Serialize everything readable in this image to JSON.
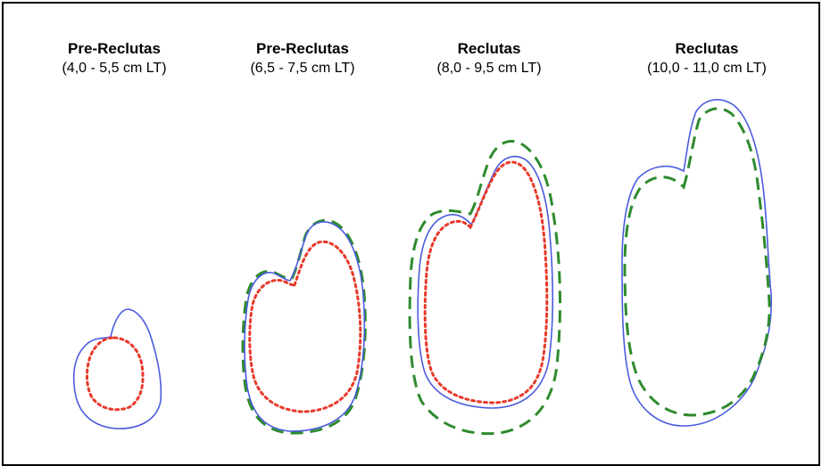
{
  "panels": [
    {
      "title": "Pre-Reclutas",
      "range": "(4,0 - 5,5 cm LT)"
    },
    {
      "title": "Pre-Reclutas",
      "range": "(6,5 - 7,5 cm LT)"
    },
    {
      "title": "Reclutas",
      "range": "(8,0 - 9,5 cm LT)"
    },
    {
      "title": "Reclutas",
      "range": "(10,0 - 11,0 cm LT)"
    }
  ],
  "colors": {
    "solid_outline": "#4a5bdc",
    "dashed_outline": "#2e8b2e",
    "dotted_outline": "#e8392a",
    "frame": "#000000"
  }
}
